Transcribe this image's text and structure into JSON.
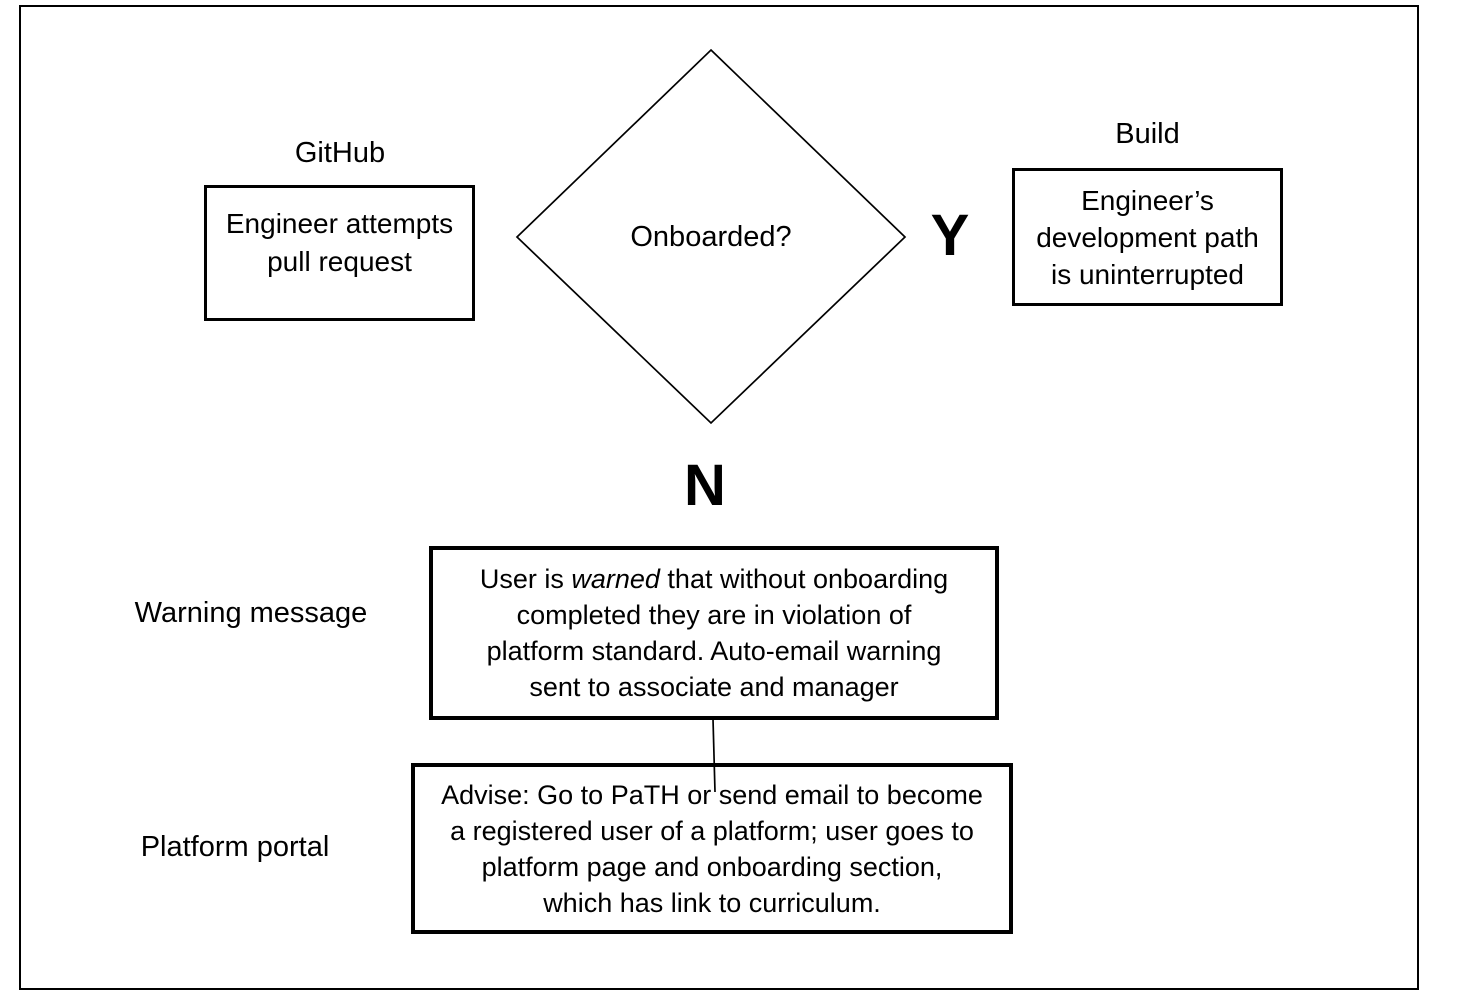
{
  "diagram": {
    "github_label": "GitHub",
    "build_label": "Build",
    "left_box": {
      "line1": "Engineer attempts",
      "line2": "pull request"
    },
    "decision": {
      "question": "Onboarded?",
      "yes": "Y",
      "no": "N"
    },
    "right_box": {
      "line1": "Engineer’s",
      "line2": "development path",
      "line3": "is uninterrupted"
    },
    "warning": {
      "label": "Warning message",
      "line1_prefix": "User is ",
      "line1_italic": "warned",
      "line1_suffix": " that without onboarding",
      "line2": "completed they are in violation of",
      "line3": "platform standard. Auto-email warning",
      "line4": "sent to associate and manager"
    },
    "portal": {
      "label": "Platform portal",
      "line1": "Advise: Go to PaTH or send email to become",
      "line2": "a registered user of a platform; user goes to",
      "line3": "platform page and onboarding section,",
      "line4": "which has link to curriculum."
    },
    "colors": {
      "stroke": "#000000",
      "background": "#ffffff"
    }
  }
}
